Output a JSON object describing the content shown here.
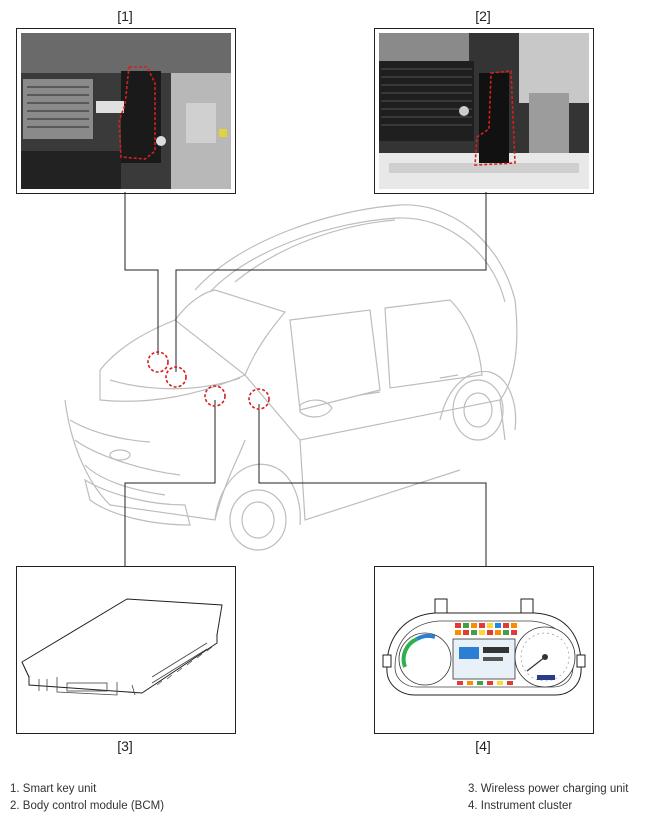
{
  "callouts": [
    "[1]",
    "[2]",
    "[3]",
    "[4]"
  ],
  "legend": {
    "left": [
      "1. Smart key unit",
      "2. Body control module (BCM)"
    ],
    "right": [
      "3. Wireless power charging unit",
      "4. Instrument cluster"
    ]
  },
  "colors": {
    "line": "#222222",
    "highlight": "#d42020",
    "car_line": "#bdbdbd",
    "photo_dark": "#2d2d2d"
  }
}
